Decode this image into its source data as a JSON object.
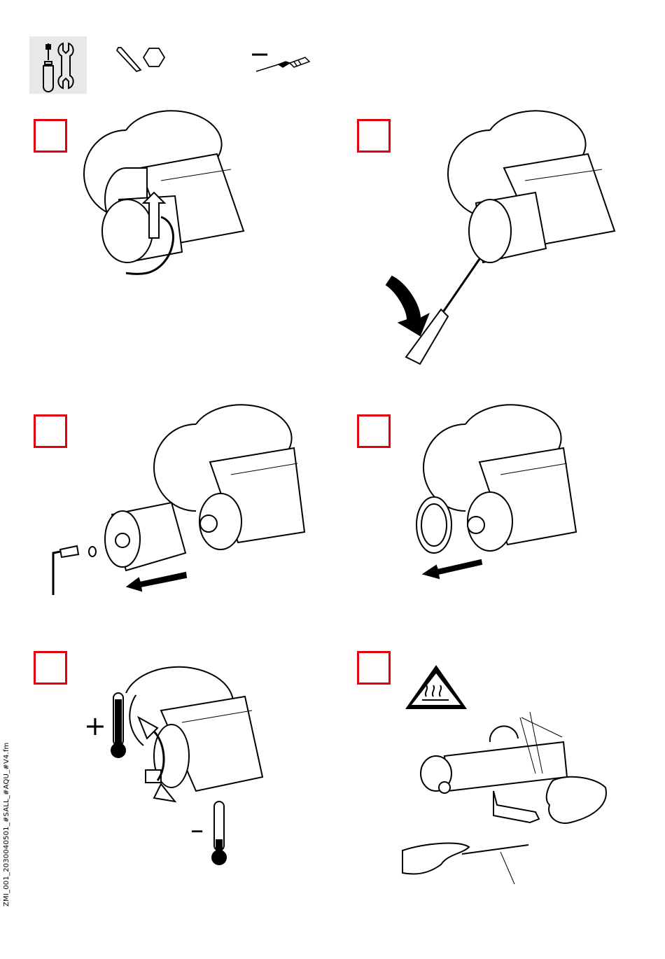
{
  "tools": {
    "icon_names": [
      "screwdriver-wrench-icon",
      "allen-key-hex-icon",
      "flat-screwdriver-icon"
    ]
  },
  "steps": [
    {
      "id": "step-1",
      "marker": "",
      "illustration": "rotate-handle-icon"
    },
    {
      "id": "step-2",
      "marker": "",
      "illustration": "pry-with-screwdriver-icon"
    },
    {
      "id": "step-3",
      "marker": "",
      "illustration": "remove-handle-with-hex-key-icon"
    },
    {
      "id": "step-4",
      "marker": "",
      "illustration": "remove-ring-icon"
    },
    {
      "id": "step-5",
      "marker": "",
      "illustration": "temperature-adjust-icon"
    },
    {
      "id": "step-6",
      "marker": "",
      "illustration": "hot-surface-warning-test-icon"
    }
  ],
  "labels": {
    "plus": "+",
    "minus": "–"
  },
  "footer": {
    "doc_code": "ZMI_001_2030040501_#SALL_#AQU_#V4.fm"
  },
  "colors": {
    "marker_border": "#e3000f",
    "tool_box_bg": "#e8e8e8",
    "line": "#000000"
  }
}
